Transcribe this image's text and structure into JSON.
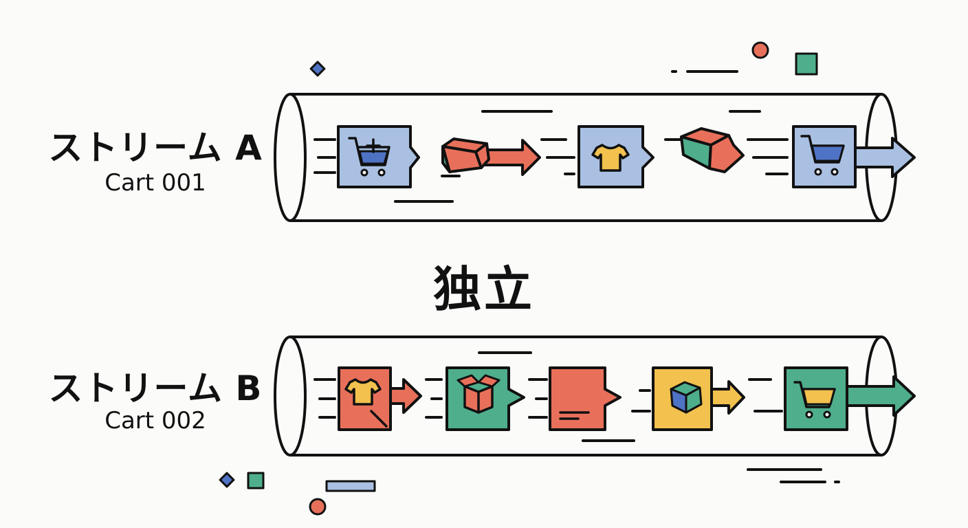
{
  "streams": [
    {
      "title": "ストリーム A",
      "subtitle": "Cart 001"
    },
    {
      "title": "ストリーム B",
      "subtitle": "Cart 002"
    }
  ],
  "center_label": "独立",
  "colors": {
    "blue": "#a9c0e2",
    "blue_dark": "#4f73c4",
    "orange": "#e8705a",
    "green": "#4fae8c",
    "yellow": "#f2c14e",
    "stroke": "#111111",
    "background": "#fbfbfa"
  },
  "stream_a_items": [
    "add-to-cart-icon",
    "moving-box-icon",
    "tshirt-icon",
    "moving-box-icon",
    "cart-icon"
  ],
  "stream_b_items": [
    "tshirt-icon",
    "open-box-icon",
    "document-icon",
    "box-icon",
    "cart-icon"
  ]
}
